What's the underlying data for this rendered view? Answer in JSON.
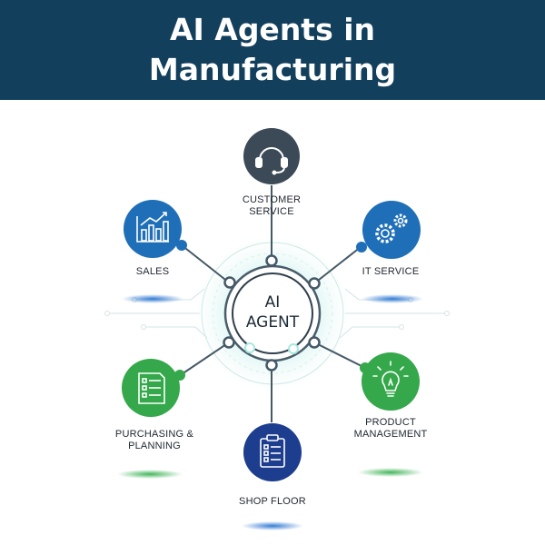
{
  "header": {
    "title": "AI Agents in Manufacturing"
  },
  "center": {
    "line1": "AI",
    "line2": "AGENT"
  },
  "nodes": {
    "customer_service": {
      "label1": "CUSTOMER",
      "label2": "SERVICE",
      "icon": "headset-icon",
      "color": "#3c4a57"
    },
    "sales": {
      "label": "SALES",
      "icon": "bar-chart-icon",
      "color": "#1f6fb8"
    },
    "it_service": {
      "label": "IT SERVICE",
      "icon": "gears-icon",
      "color": "#1f6fb8"
    },
    "purchasing": {
      "label1": "PURCHASING &",
      "label2": "PLANNING",
      "icon": "document-icon",
      "color": "#34a84a"
    },
    "product_management": {
      "label1": "PRODUCT",
      "label2": "MANAGEMENT",
      "icon": "lightbulb-icon",
      "color": "#34a84a"
    },
    "shop_floor": {
      "label": "SHOP FLOOR",
      "icon": "clipboard-checklist-icon",
      "color": "#1d3d8f"
    }
  }
}
